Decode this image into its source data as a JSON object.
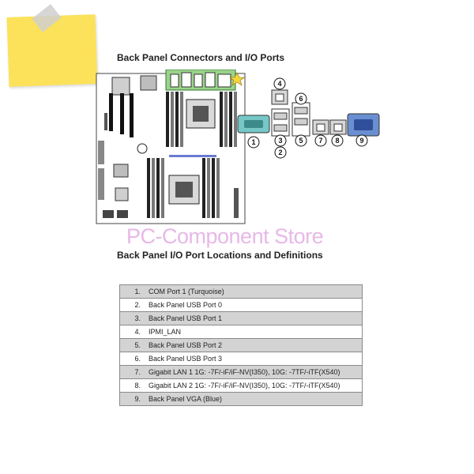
{
  "headings": {
    "connectors": "Back Panel Connectors and I/O Ports",
    "locations": "Back Panel I/O Port Locations and Definitions"
  },
  "watermark": "PC-Component Store",
  "callouts": [
    "1",
    "2",
    "3",
    "4",
    "5",
    "6",
    "7",
    "8",
    "9"
  ],
  "ports": [
    {
      "num": "1.",
      "label": "COM Port 1 (Turquoise)"
    },
    {
      "num": "2.",
      "label": "Back Panel USB Port 0"
    },
    {
      "num": "3.",
      "label": "Back Panel USB Port 1"
    },
    {
      "num": "4.",
      "label": "IPMI_LAN"
    },
    {
      "num": "5.",
      "label": "Back Panel USB Port 2"
    },
    {
      "num": "6.",
      "label": "Back Panel USB Port 3"
    },
    {
      "num": "7.",
      "label": "Gigabit LAN 1 1G: -7F/-iF/iF-NV(I350), 10G: -7TF/-iTF(X540)"
    },
    {
      "num": "8.",
      "label": "Gigabit LAN 2 1G: -7F/-iF/iF-NV(I350), 10G: -7TF/-iTF(X540)"
    },
    {
      "num": "9.",
      "label": "Back Panel VGA (Blue)"
    }
  ],
  "colors": {
    "sticky_note": "#fbe25a",
    "highlight_box": "#9bd38b",
    "com_port": "#77c7c7",
    "vga_port": "#6a8fd0",
    "watermark": "#e7b8e7"
  }
}
